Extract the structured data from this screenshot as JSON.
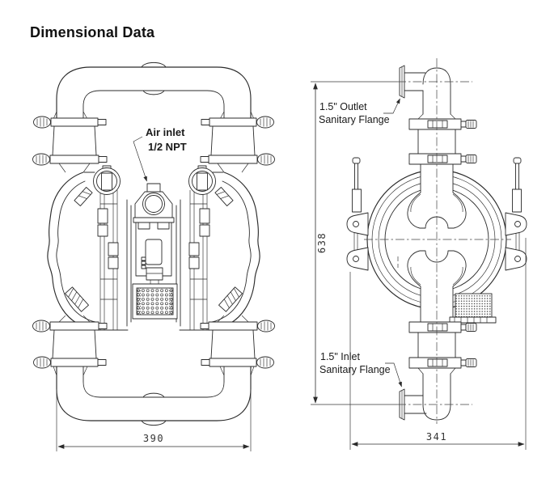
{
  "page": {
    "title": "Dimensional Data"
  },
  "front_view": {
    "air_inlet_label": {
      "line1": "Air inlet",
      "line2": "1/2 NPT"
    },
    "width_dimension": "390"
  },
  "side_view": {
    "outlet_label": {
      "line1": "1.5\" Outlet",
      "line2": "Sanitary Flange"
    },
    "inlet_label": {
      "line1": "1.5\" Inlet",
      "line2": "Sanitary Flange"
    },
    "width_dimension": "341",
    "height_dimension": "638"
  },
  "colors": {
    "background": "#ffffff",
    "line": "#2b2b2b",
    "text": "#1a1a1a"
  }
}
